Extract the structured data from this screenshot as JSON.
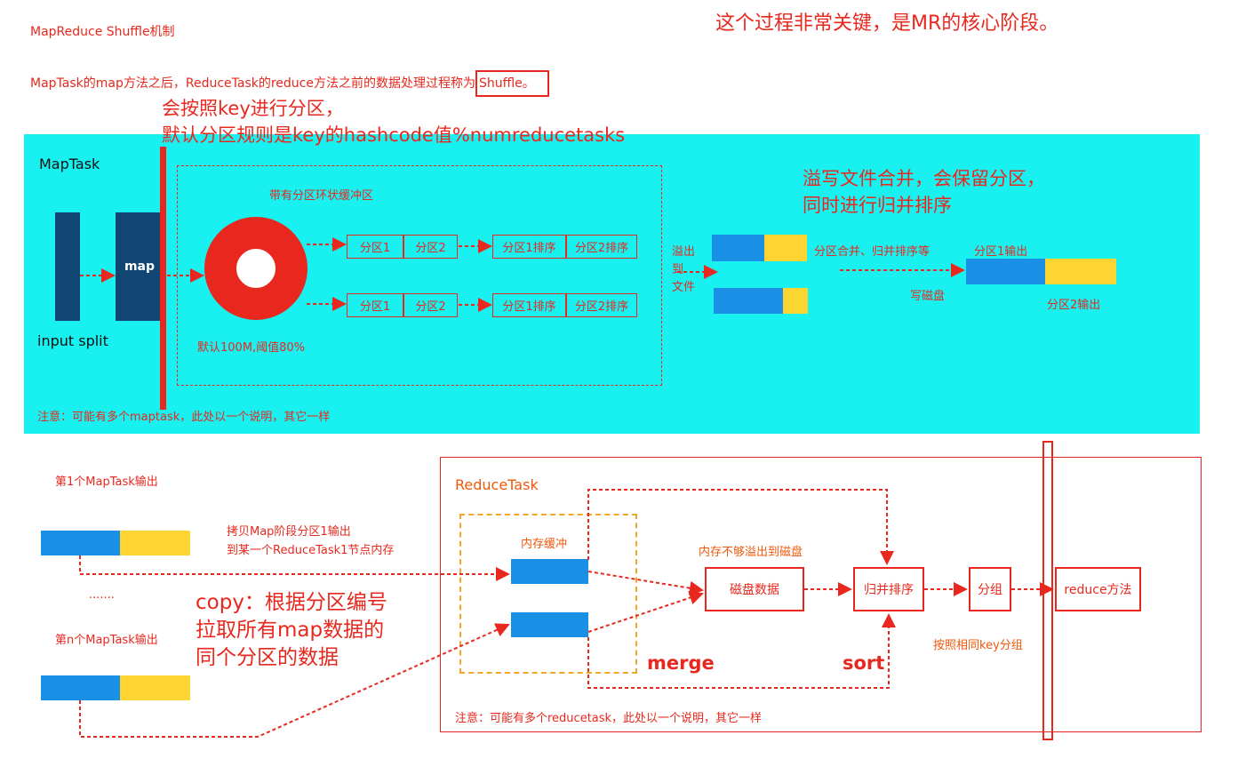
{
  "header": {
    "title": "MapReduce Shuffle机制",
    "key_note": "这个过程非常关键，是MR的核心阶段。",
    "definition_prefix": "MapTask的map方法之后，ReduceTask的reduce方法之前的数据处理过程称为",
    "definition_highlight": "Shuffle。"
  },
  "partition_note": {
    "line1": "会按照key进行分区，",
    "line2": "默认分区规则是key的hashcode值%numreducetasks"
  },
  "maptask": {
    "title": "MapTask",
    "map_label": "map",
    "input_split": "input split",
    "buffer_title": "带有分区环状缓冲区",
    "buffer_caption": "默认100M,阈值80%",
    "partitions": [
      "分区1",
      "分区2"
    ],
    "sorted_partitions": [
      "分区1排序",
      "分区2排序"
    ],
    "spill_label": "溢出\n到\n文件",
    "merge_note_line1": "溢写文件合并，会保留分区，",
    "merge_note_line2": "同时进行归并排序",
    "merge_label": "分区合并、归并排序等",
    "write_disk": "写磁盘",
    "output1": "分区1输出",
    "output2": "分区2输出",
    "note": "注意：可能有多个maptask，此处以一个说明，其它一样"
  },
  "copy_side": {
    "first_output": "第1个MapTask输出",
    "ellipsis": ".......",
    "nth_output": "第n个MapTask输出",
    "copy_note_line1": "拷贝Map阶段分区1输出",
    "copy_note_line2": "到某一个ReduceTask1节点内存",
    "copy_big_line1": "copy：根据分区编号",
    "copy_big_line2": "拉取所有map数据的",
    "copy_big_line3": "同个分区的数据"
  },
  "reducetask": {
    "title": "ReduceTask",
    "mem_buffer": "内存缓冲",
    "overflow": "内存不够溢出到磁盘",
    "disk_data": "磁盘数据",
    "merge_sort": "归并排序",
    "group": "分组",
    "reduce_method": "reduce方法",
    "merge": "merge",
    "sort": "sort",
    "group_note": "按照相同key分组",
    "note": "注意：可能有多个reducetask，此处以一个说明，其它一样"
  },
  "colors": {
    "cyan": "#19f0f0",
    "red": "#e8281e",
    "blue": "#1a8fe6",
    "yellow": "#fcd533",
    "navy": "#114672",
    "orange": "#f5a623"
  }
}
